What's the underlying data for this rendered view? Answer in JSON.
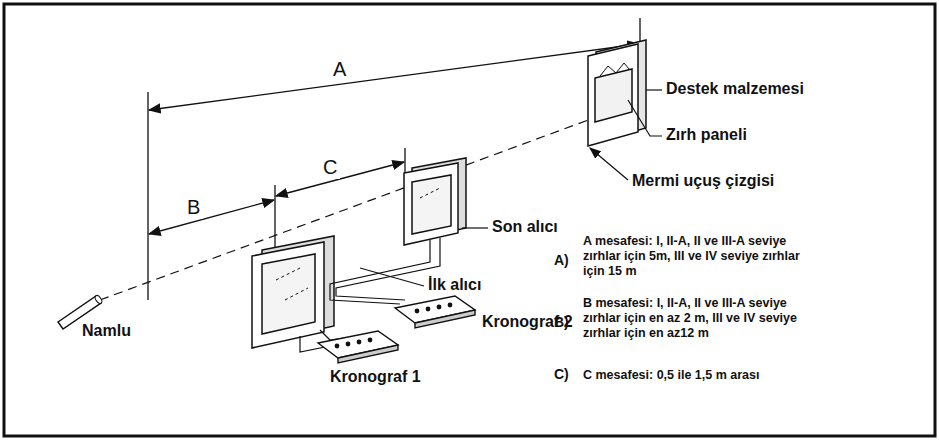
{
  "diagram": {
    "labels": [
      "A",
      "B",
      "C",
      "Destek malzemesi",
      "Zırh paneli",
      "Mermi uçuş çizgisi",
      "Son alıcı",
      "İlk alıcı",
      "Namlu",
      "Kronograf 2",
      "Kronograf 1",
      "A)",
      "A mesafesi: I, II-A, II ve III-A seviye zırhlar için 5m, III ve IV seviye zırhlar için 15 m",
      "B)",
      "B mesafesi: I, II-A, II ve III-A seviye zırhlar için en az 2 m, III ve IV seviye zırhlar için en az12 m",
      "C)",
      "C mesafesi: 0,5 ile 1,5 m arası"
    ]
  }
}
